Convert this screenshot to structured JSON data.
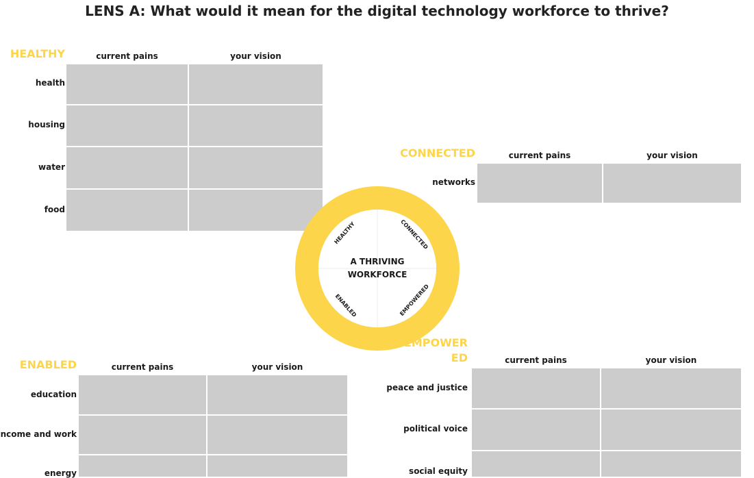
{
  "title": "LENS A: What would it mean for the digital technology workforce to thrive?",
  "colors": {
    "accent": "#fdd54a",
    "cell": "#cccccc",
    "text": "#1a1a1a"
  },
  "headers": {
    "pains": "current pains",
    "vision": "your vision"
  },
  "wheel": {
    "center_line1": "A THRIVING",
    "center_line2": "WORKFORCE",
    "segments": [
      "HEALTHY",
      "CONNECTED",
      "ENABLED",
      "EMPOWERED"
    ]
  },
  "sections": {
    "healthy": {
      "title": "HEALTHY",
      "rows": [
        "health",
        "housing",
        "water",
        "food"
      ]
    },
    "connected": {
      "title": "CONNECTED",
      "rows": [
        "networks"
      ]
    },
    "enabled": {
      "title": "ENABLED",
      "rows": [
        "education",
        "income and work",
        "energy"
      ]
    },
    "empowered": {
      "title": "EMPOWERED",
      "rows": [
        "peace and justice",
        "political voice",
        "social equity"
      ]
    }
  }
}
